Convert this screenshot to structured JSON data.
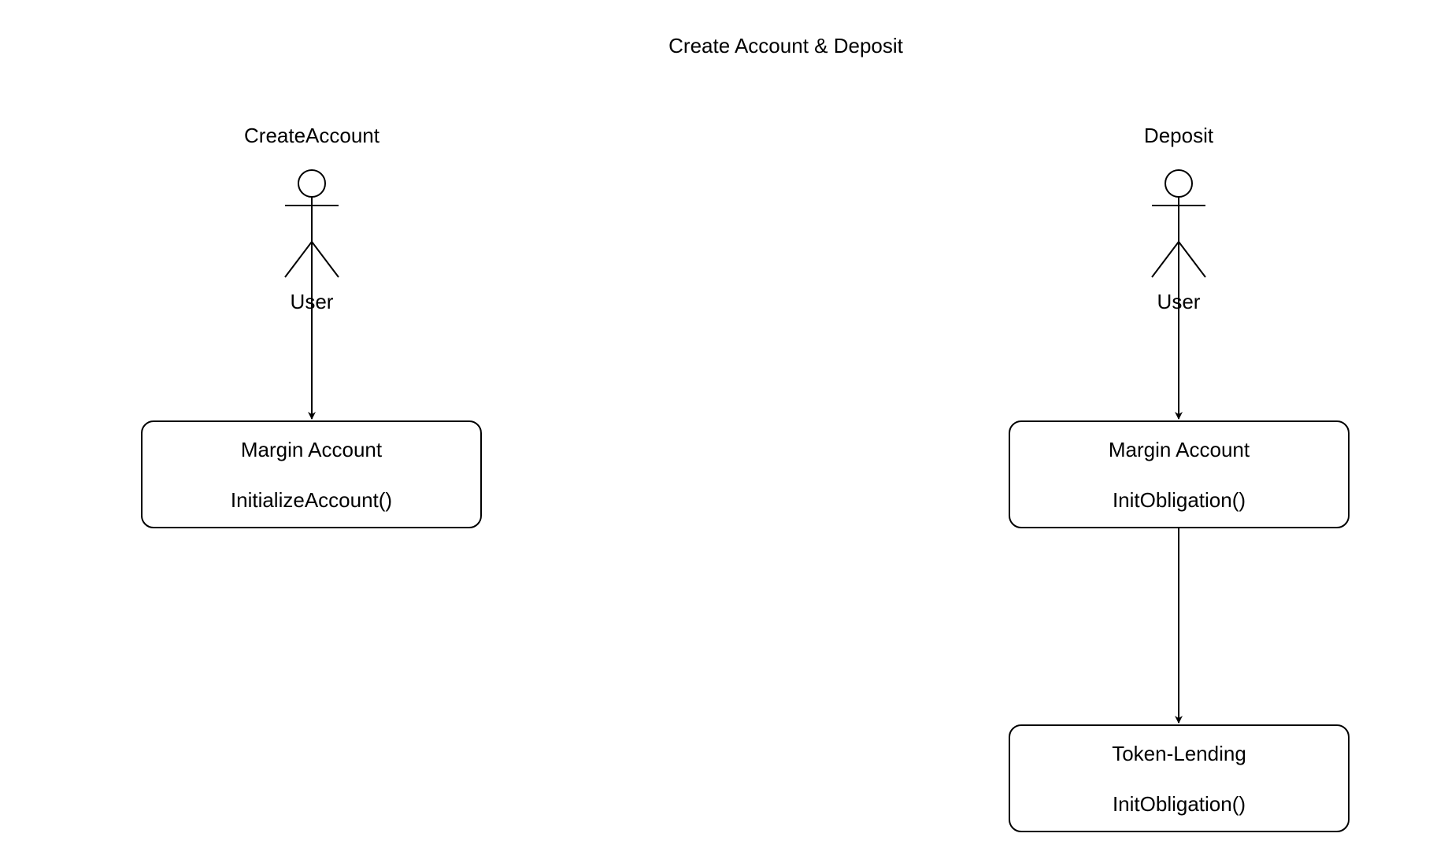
{
  "diagram": {
    "title": "Create Account & Deposit",
    "flows": [
      {
        "heading": "CreateAccount",
        "actor": "User",
        "boxes": [
          {
            "title": "Margin Account",
            "method": "InitializeAccount()"
          }
        ]
      },
      {
        "heading": "Deposit",
        "actor": "User",
        "boxes": [
          {
            "title": "Margin Account",
            "method": "InitObligation()"
          },
          {
            "title": "Token-Lending",
            "method": "InitObligation()"
          }
        ]
      }
    ]
  },
  "colors": {
    "stroke": "#000000",
    "background": "#ffffff",
    "text": "#000000"
  },
  "icons": {
    "actor": "stick-figure-actor-icon",
    "arrow": "arrow-down-icon"
  }
}
